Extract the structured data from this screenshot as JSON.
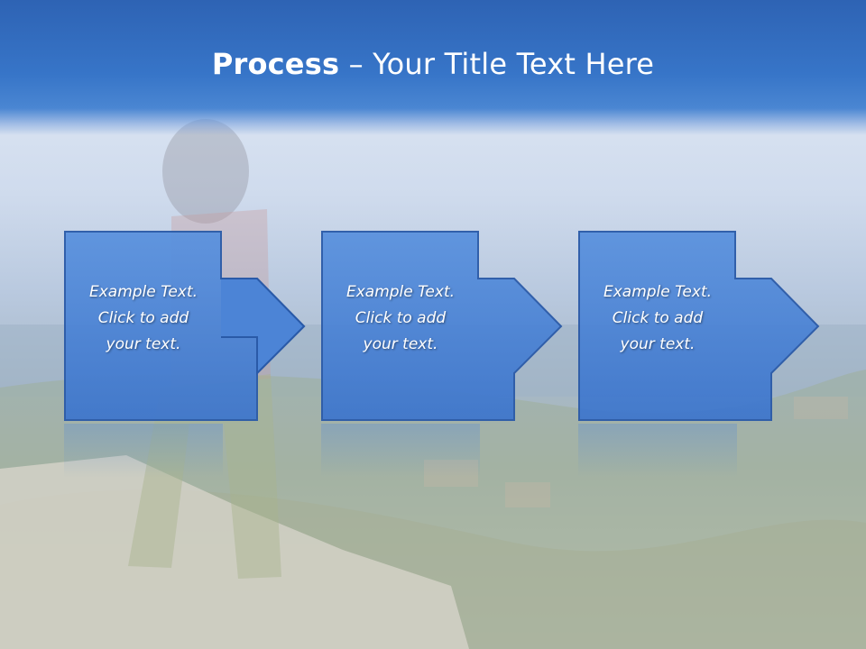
{
  "title": {
    "bold": "Process",
    "rest": "– Your Title Text Here"
  },
  "steps": [
    {
      "line1": "Example Text.",
      "line2": "Click  to add",
      "line3": "your text."
    },
    {
      "line1": "Example Text.",
      "line2": "Click  to add",
      "line3": "your text."
    },
    {
      "line1": "Example Text.",
      "line2": "Click  to add",
      "line3": "your text."
    }
  ],
  "colors": {
    "header": "#3470c2",
    "box": "#4c84d6",
    "box_border": "#2a5aa8",
    "text": "#ffffff"
  }
}
